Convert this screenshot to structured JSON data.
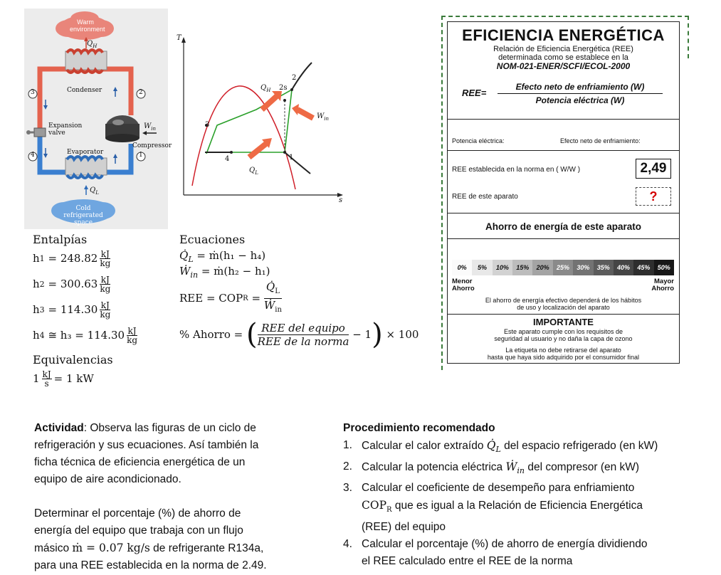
{
  "cycle_diagram": {
    "warm_label": "Warm environment",
    "qh": "Q",
    "qh_sub": "H",
    "condenser": "Condenser",
    "expansion_valve": "Expansion valve",
    "compressor": "Compressor",
    "win": "W",
    "win_sub": "in",
    "evaporator": "Evaporator",
    "ql": "Q",
    "ql_sub": "L",
    "cold_label": "Cold refrigerated space",
    "state_numbers": [
      "1",
      "2",
      "3",
      "4"
    ]
  },
  "ts_diagram": {
    "y_axis": "T",
    "x_axis": "s",
    "point_labels": [
      "1",
      "2",
      "2s",
      "3",
      "4"
    ],
    "qh": "Q",
    "qh_sub": "H",
    "win": "W",
    "win_sub": "in",
    "ql": "Q",
    "ql_sub": "L"
  },
  "enthalpies": {
    "title": "Entalpías",
    "rows": [
      {
        "name": "h",
        "sub": "1",
        "rel": "=",
        "value": "248.82"
      },
      {
        "name": "h",
        "sub": "2",
        "rel": "=",
        "value": "300.63"
      },
      {
        "name": "h",
        "sub": "3",
        "rel": "=",
        "value": "114.30"
      },
      {
        "name": "h",
        "sub": "4",
        "rel": "≅ h₃ =",
        "value": "114.30"
      }
    ],
    "unit_num": "kJ",
    "unit_den": "kg"
  },
  "equivalences": {
    "title": "Equivalencias",
    "lhs_value": "1",
    "lhs_num": "kJ",
    "lhs_den": "s",
    "rhs": "= 1 kW"
  },
  "equations": {
    "title": "Ecuaciones",
    "ql_eq": "= ṁ(h₁ − h₄)",
    "win_eq": "= ṁ(h₂ − h₁)",
    "ree_lhs": "REE = COP",
    "ree_sub": "R",
    "ree_rel": "=",
    "ahorro_lhs": "% Ahorro =",
    "ahorro_num": "REE del equipo",
    "ahorro_den": "REE de la norma",
    "ahorro_tail": "− 1",
    "ahorro_times": "× 100"
  },
  "energy_label": {
    "title": "EFICIENCIA ENERGÉTICA",
    "subtitle_1": "Relación de Eficiencia Energética (REE)",
    "subtitle_2": "determinada como se establece en la",
    "norm": "NOM-021-ENER/SCFI/ECOL-2000",
    "ree_label": "REE=",
    "ree_num": "Efecto neto de enfriamiento (W)",
    "ree_den": "Potencia eléctrica (W)",
    "potencia_label": "Potencia eléctrica:",
    "efecto_label": "Efecto neto de enfriamiento:",
    "ree_norma_label": "REE establecida en la norma en ( W/W )",
    "ree_norma_value": "2,49",
    "ree_aparato_label": "REE de este aparato",
    "ree_aparato_value": "?",
    "ahorro_title": "Ahorro de energía de este aparato",
    "scale": [
      "0%",
      "5%",
      "10%",
      "15%",
      "20%",
      "25%",
      "30%",
      "35%",
      "40%",
      "45%",
      "50%"
    ],
    "menor_1": "Menor",
    "menor_2": "Ahorro",
    "mayor_1": "Mayor",
    "mayor_2": "Ahorro",
    "note_1": "El ahorro de energía efectivo dependerá de los hábitos",
    "note_2": "de uso y localización del aparato",
    "important_title": "IMPORTANTE",
    "important_1": "Este aparato cumple con los requisitos de",
    "important_2": "seguridad al usuario y no daña la capa de ozono",
    "important_3": "La etiqueta no debe retirarse del aparato",
    "important_4": "hasta que haya sido adquirido por el consumidor final",
    "accent_red": "#d40000"
  },
  "activity": {
    "label": "Actividad",
    "text_1": ": Observa las figuras de un ciclo de",
    "text_2": "refrigeración y sus ecuaciones. Así también la",
    "text_3": "ficha técnica de eficiencia energética de un",
    "text_4": "equipo de aire acondicionado.",
    "para2_1": "Determinar el porcentaje (%) de ahorro de",
    "para2_2": "energía del equipo que trabaja con un flujo",
    "para2_3a": "másico ",
    "para2_3m": "ṁ = 0.07 kg/s",
    "para2_3b": " de refrigerante R134a,",
    "para2_4": "para una REE establecida en la norma de 2.49."
  },
  "procedure": {
    "title": "Procedimiento recomendado",
    "items": [
      {
        "n": "1.",
        "a": "Calcular el calor extraído ",
        "m": "Q̇",
        "msub": "L",
        "b": " del espacio refrigerado (en kW)"
      },
      {
        "n": "2.",
        "a": "Calcular la potencia eléctrica ",
        "m": "Ẇ",
        "msub": "in",
        "b": " del compresor (en kW)"
      },
      {
        "n": "3.",
        "a": "Calcular el coeficiente de desempeño para enfriamiento",
        "c": "COP",
        "csub": "R",
        "d": " que es igual a la Relación de Eficiencia Energética",
        "e": "(REE) del equipo"
      },
      {
        "n": "4.",
        "a": "Calcular el porcentaje (%) de ahorro de energía dividiendo",
        "e": "el REE calculado entre el REE de la norma"
      }
    ]
  }
}
